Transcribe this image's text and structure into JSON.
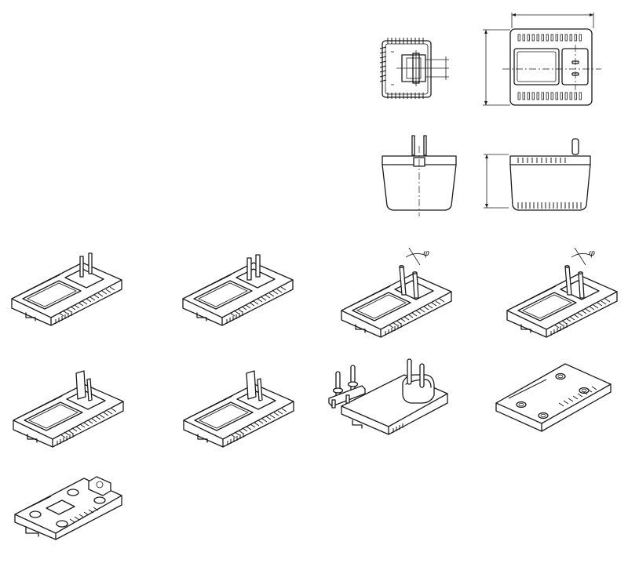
{
  "sheet": {
    "labels": {
      "angle_a": "φ",
      "angle_b": "φ"
    }
  },
  "orthographic_views": [
    "side-view-connector",
    "top-view",
    "front-view",
    "side-view-pin"
  ],
  "isometric_views": [
    "adapter-flat-pins",
    "adapter-flat-pins-angled",
    "adapter-round-pins-tilted",
    "adapter-round-pins-tilted-b",
    "adapter-blade-pins",
    "adapter-blade-pins-b",
    "adapter-with-detached-plug",
    "adapter-bottom-with-feet",
    "adapter-bottom-with-mount"
  ]
}
